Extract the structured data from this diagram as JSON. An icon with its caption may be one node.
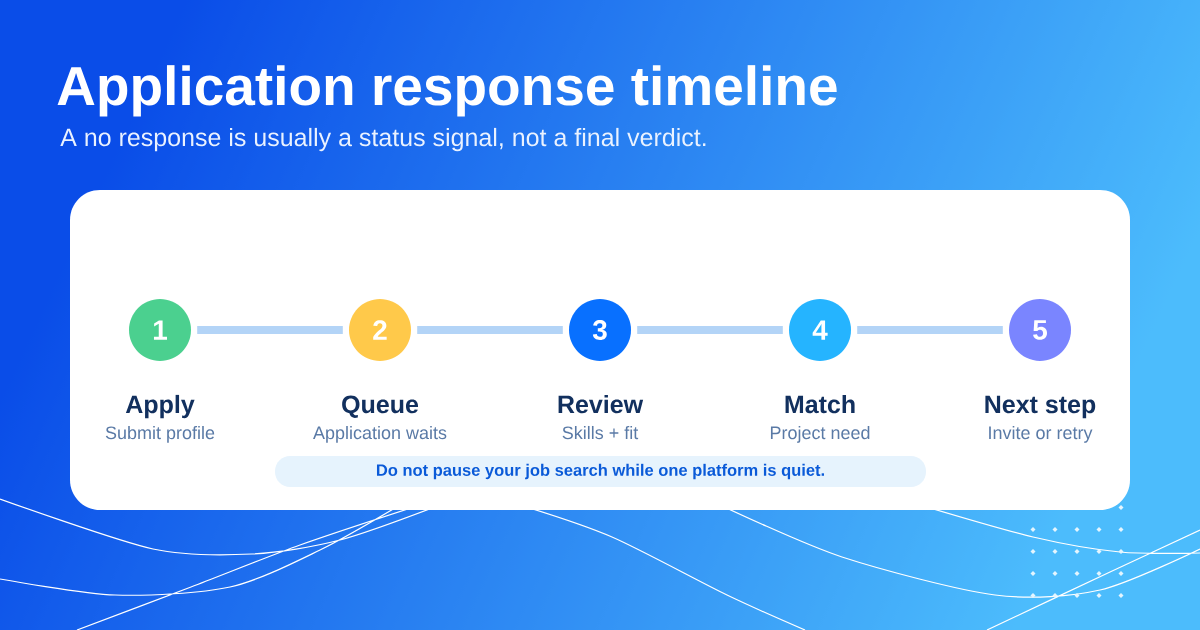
{
  "diagram": {
    "title": "Application response timeline",
    "nodes": [
      {
        "text": [
          "1"
        ],
        "beside": [
          "Apply",
          "Submit profile"
        ]
      },
      {
        "text": [
          "2"
        ],
        "beside": [
          "Queue",
          "Application waits"
        ]
      },
      {
        "text": [
          "3"
        ],
        "beside": [
          "Review",
          "Skills + fit"
        ]
      },
      {
        "text": [
          "4"
        ],
        "beside": [
          "Match",
          "Project need"
        ]
      },
      {
        "text": [
          "5"
        ],
        "beside": [
          "Next step",
          "Invite or retry"
        ]
      },
      {
        "text": [
          "Do not pause your job search while one platform is quiet."
        ]
      }
    ],
    "edges": [
      {
        "from": 0,
        "to": 1,
        "arrow": "none"
      },
      {
        "from": 1,
        "to": 2,
        "arrow": "none"
      },
      {
        "from": 2,
        "to": 3,
        "arrow": "none"
      },
      {
        "from": 3,
        "to": 4,
        "arrow": "none"
      }
    ],
    "labels": [
      "A no response is usually a status signal, not a final verdict."
    ]
  }
}
